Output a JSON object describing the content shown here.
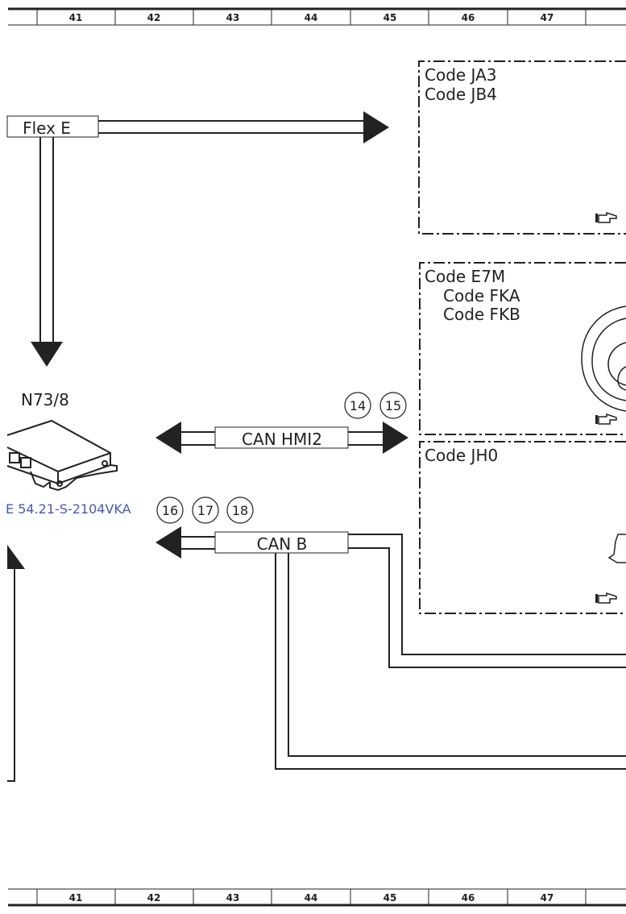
{
  "grid": {
    "columns": [
      "41",
      "42",
      "43",
      "44",
      "45",
      "46",
      "47"
    ]
  },
  "signals": {
    "flex_e": "Flex E",
    "can_hmi2": "CAN HMI2",
    "can_b": "CAN B"
  },
  "component": {
    "id": "N73/8",
    "reference": "E 54.21-S-2104VKA"
  },
  "connectors": {
    "hmi2": [
      "14",
      "15"
    ],
    "canb": [
      "16",
      "17",
      "18"
    ]
  },
  "code_boxes": [
    {
      "lines": [
        "Code JA3",
        "Code JB4"
      ]
    },
    {
      "lines": [
        "Code E7M",
        "Code FKA",
        "Code FKB"
      ]
    },
    {
      "lines": [
        "Code JH0"
      ]
    }
  ],
  "colors": {
    "line": "#222222",
    "link": "#4a5aa8"
  }
}
